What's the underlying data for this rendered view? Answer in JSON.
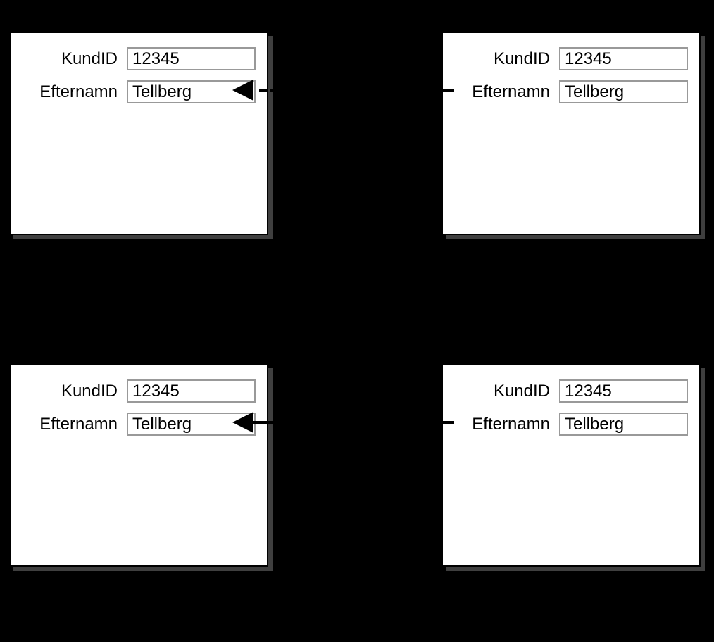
{
  "diagram": {
    "background_color": "#000000",
    "panel_colors": {
      "background": "#ffffff",
      "border": "#000000",
      "shadow": "#3f3f3f",
      "field_border": "#999999",
      "text": "#000000",
      "arrow": "#000000"
    },
    "panels": [
      {
        "position": "top-left",
        "fields": [
          {
            "label": "KundID",
            "value": "12345"
          },
          {
            "label": "Efternamn",
            "value": "Tellberg"
          }
        ]
      },
      {
        "position": "top-right",
        "fields": [
          {
            "label": "KundID",
            "value": "12345"
          },
          {
            "label": "Efternamn",
            "value": "Tellberg"
          }
        ]
      },
      {
        "position": "bottom-left",
        "fields": [
          {
            "label": "KundID",
            "value": "12345"
          },
          {
            "label": "Efternamn",
            "value": "Tellberg"
          }
        ]
      },
      {
        "position": "bottom-right",
        "fields": [
          {
            "label": "KundID",
            "value": "12345"
          },
          {
            "label": "Efternamn",
            "value": "Tellberg"
          }
        ]
      }
    ],
    "connectors": [
      {
        "row": "top",
        "line_style": "dashed",
        "arrow_points": "left",
        "connects": "Efternamn fields of top panels",
        "color": "#000000"
      },
      {
        "row": "bottom",
        "line_style": "solid",
        "arrow_points": "left",
        "connects": "Efternamn fields of bottom panels",
        "color": "#000000"
      }
    ]
  }
}
